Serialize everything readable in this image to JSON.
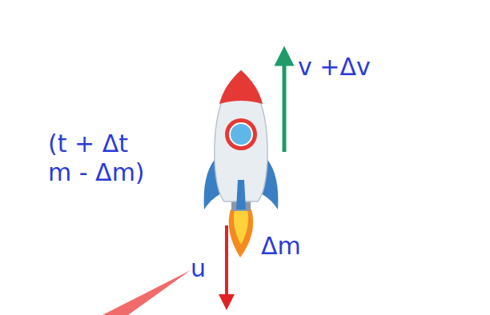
{
  "diagram": {
    "labels": [
      "v +Δv",
      "(t + Δt m - Δm)",
      "u",
      "Δm"
    ]
  }
}
